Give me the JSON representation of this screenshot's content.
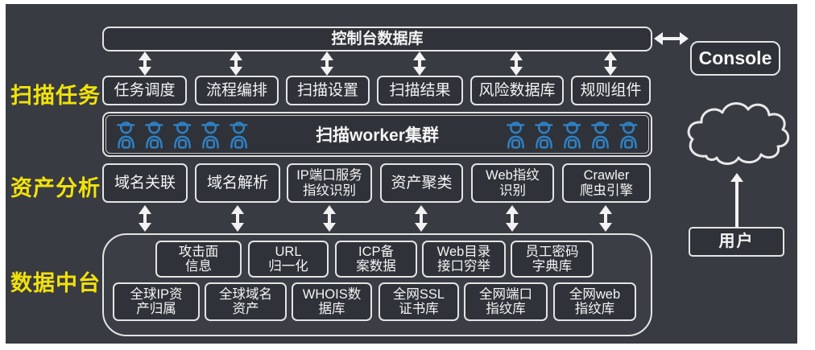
{
  "colors": {
    "background": "#383b42",
    "frame": "#ffffff",
    "box_border": "#e4e4e4",
    "box_text": "#f4f4f4",
    "section_label": "#f2e20a",
    "worker_icon": "#2f80c3",
    "arrow": "#f2f2f2"
  },
  "sections": [
    "扫描任务",
    "资产分析",
    "数据中台"
  ],
  "console_db": "控制台数据库",
  "console": "Console",
  "user": "用户",
  "worker_cluster": {
    "label": "扫描worker集群",
    "left_icon_count": 5,
    "right_icon_count": 5
  },
  "scan_row": [
    "任务调度",
    "流程编排",
    "扫描设置",
    "扫描结果",
    "风险数据库",
    "规则组件"
  ],
  "asset_row": [
    "域名关联",
    "域名解析",
    "IP端口服务\n指纹识别",
    "资产聚类",
    "Web指纹\n识别",
    "Crawler\n爬虫引擎"
  ],
  "data_row1": [
    "攻击面\n信息",
    "URL\n归一化",
    "ICP备\n案数据",
    "Web目录\n接口穷举",
    "员工密码\n字典库"
  ],
  "data_row2": [
    "全球IP资\n产归属",
    "全球域名\n资产",
    "WHOIS数\n据库",
    "全网SSL\n证书库",
    "全网端口\n指纹库",
    "全网web\n指纹库"
  ]
}
